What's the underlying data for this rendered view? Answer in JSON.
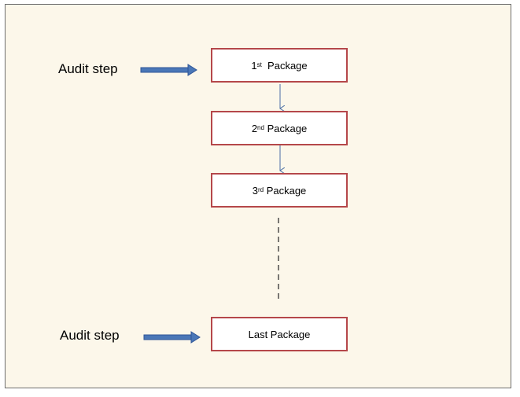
{
  "audit_steps": [
    {
      "label": "Audit step"
    },
    {
      "label": "Audit step"
    }
  ],
  "packages": [
    {
      "num": "1",
      "suffix": "st",
      "word": "Package"
    },
    {
      "num": "2",
      "suffix": "nd",
      "word": "Package"
    },
    {
      "num": "3",
      "suffix": "rd",
      "word": "Package"
    },
    {
      "label": "Last Package"
    }
  ],
  "colors": {
    "background": "#fcf7ea",
    "box_border": "#b5474a",
    "arrow_fill": "#4a77b7",
    "connector": "#4a6ea5"
  },
  "icons": {
    "audit_arrow": "block-arrow-right",
    "connector": "thin-arrow-down"
  }
}
